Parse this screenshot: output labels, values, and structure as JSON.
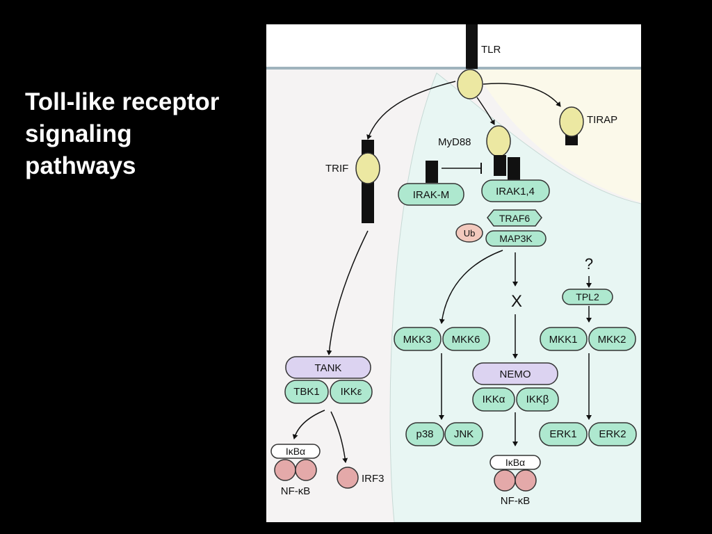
{
  "slide": {
    "title_lines": [
      "Toll-like receptor",
      "signaling",
      "pathways"
    ]
  },
  "diagram": {
    "receptor_labels": {
      "tlr": "TLR",
      "tirap": "TIRAP",
      "myd88": "MyD88",
      "trif": "TRIF"
    },
    "boxes": {
      "irak_m": "IRAK-M",
      "irak14": "IRAK1,4",
      "traf6": "TRAF6",
      "ub": "Ub",
      "map3k": "MAP3K",
      "tank": "TANK",
      "tbk1": "TBK1",
      "ikk_epsilon": "IKKε",
      "mkk3": "MKK3",
      "mkk6": "MKK6",
      "nemo": "NEMO",
      "ikk_alpha": "IKKα",
      "ikk_beta": "IKKβ",
      "tpl2": "TPL2",
      "mkk1": "MKK1",
      "mkk2": "MKK2",
      "p38": "p38",
      "jnk": "JNK",
      "erk1": "ERK1",
      "erk2": "ERK2",
      "ikba_left": "IκBα",
      "ikba_right": "IκBα"
    },
    "labels": {
      "nfkb_left": "NF-κB",
      "nfkb_right": "NF-κB",
      "irf3": "IRF3",
      "unknown": "?",
      "blocked": "X"
    },
    "colors": {
      "membrane": "#9fb3bd",
      "receptor_bead": "#ece8a2",
      "kinase_box": "#aee8cf",
      "adaptor_box": "#dcd3f1",
      "transcription_factor": "#e4a9a9",
      "myd88_region": "#e8f6f3",
      "tirap_region": "#fbf9ea",
      "trif_region": "#f5f3f3"
    }
  }
}
